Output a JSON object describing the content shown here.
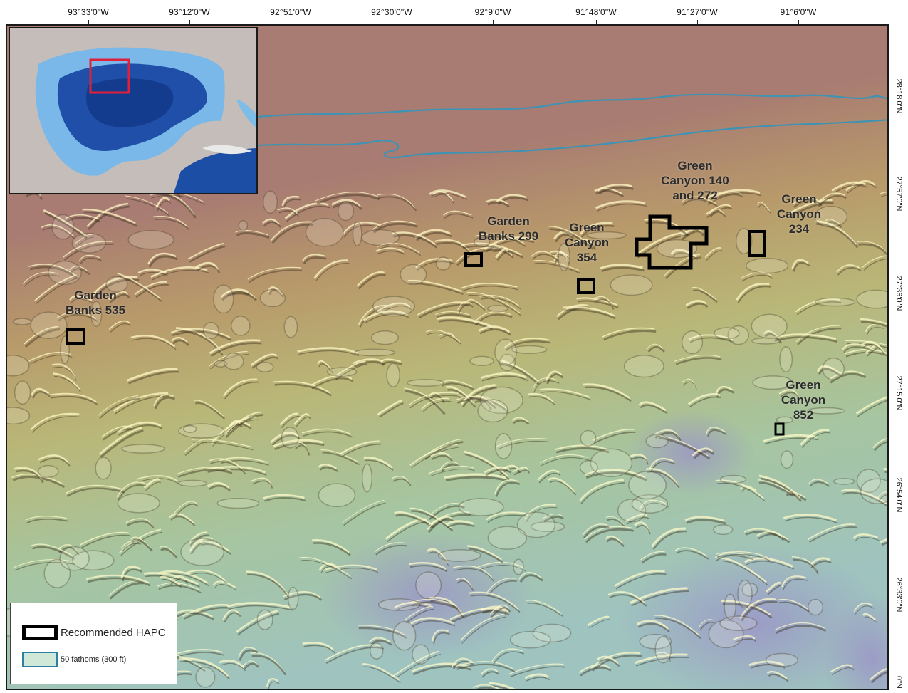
{
  "map": {
    "lon_ticks": [
      "93°33'0\"W",
      "93°12'0\"W",
      "92°51'0\"W",
      "92°30'0\"W",
      "92°9'0\"W",
      "91°48'0\"W",
      "91°27'0\"W",
      "91°6'0\"W"
    ],
    "lat_ticks": [
      "28°18'0\"N",
      "27°57'0\"N",
      "27°36'0\"N",
      "27°15'0\"N",
      "26°54'0\"N",
      "26°33'0\"N",
      "0\"N"
    ],
    "colors": {
      "shelf": "#a87c72",
      "slope_upper": "#b89a6a",
      "slope_mid": "#b9b778",
      "slope_lower": "#a6c5a0",
      "deep": "#9fc3bf",
      "abyss": "#9a8fc8",
      "isobath": "#3e93b5",
      "hapc_box": "#000000",
      "inset_marker": "#e0203a"
    }
  },
  "sites": [
    {
      "id": "gb535",
      "lines": [
        "Garden",
        "Banks 535"
      ]
    },
    {
      "id": "gb299",
      "lines": [
        "Garden",
        "Banks 299"
      ]
    },
    {
      "id": "gc354",
      "lines": [
        "Green",
        "Canyon",
        "354"
      ]
    },
    {
      "id": "gc140",
      "lines": [
        "Green",
        "Canyon 140",
        "and 272"
      ]
    },
    {
      "id": "gc234",
      "lines": [
        "Green",
        "Canyon",
        "234"
      ]
    },
    {
      "id": "gc852",
      "lines": [
        "Green",
        "Canyon",
        "852"
      ]
    }
  ],
  "legend": {
    "hapc_label": "Recommended HAPC",
    "fathom_label": "50 fathoms (300 ft)"
  }
}
